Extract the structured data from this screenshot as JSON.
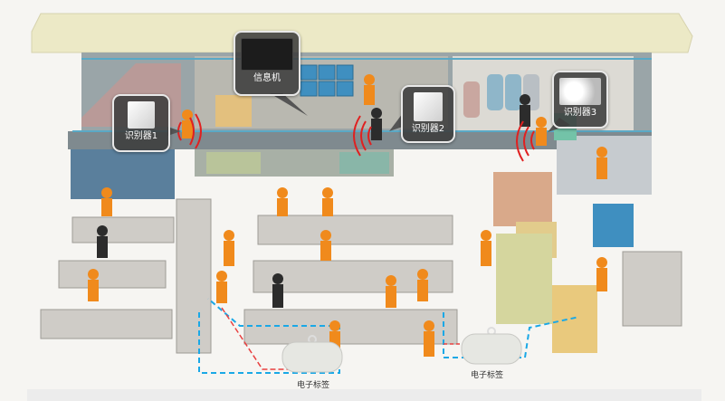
{
  "callouts": {
    "reader1": "识别器1",
    "info_terminal": "信息机",
    "reader2": "识别器2",
    "reader3": "识别器3"
  },
  "tags": {
    "tag1": "电子标签",
    "tag2": "电子标签"
  },
  "colors": {
    "worker": "#f08a1c",
    "signal": "#e02020",
    "tag_path": "#1aa8e6",
    "red_path": "#e84040"
  }
}
